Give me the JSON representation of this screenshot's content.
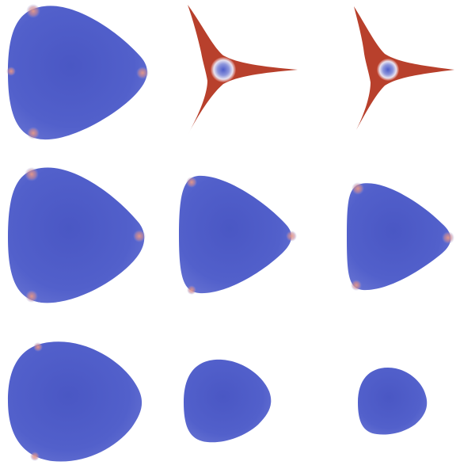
{
  "colors": {
    "background": "#ffffff",
    "blob_fill": "#4f5dc9",
    "blob_dark": "#4351bd",
    "blob_light": "#7c86d8",
    "hotspot": "#d98a7a",
    "spike_fill": "#b83a28",
    "spike_core": "#7f8ad8",
    "spike_ring": "#e6e2f0"
  },
  "panels": [
    {
      "id": "r1c1",
      "shape": "rounded-triangle",
      "row": 1,
      "col": 1
    },
    {
      "id": "r1c2",
      "shape": "spiky-star",
      "row": 1,
      "col": 2
    },
    {
      "id": "r1c3",
      "shape": "spiky-star",
      "row": 1,
      "col": 3
    },
    {
      "id": "r2c1",
      "shape": "rounded-triangle",
      "row": 2,
      "col": 1
    },
    {
      "id": "r2c2",
      "shape": "rounded-triangle",
      "row": 2,
      "col": 2
    },
    {
      "id": "r2c3",
      "shape": "rounded-triangle",
      "row": 2,
      "col": 3
    },
    {
      "id": "r3c1",
      "shape": "rounded-triangle",
      "row": 3,
      "col": 1
    },
    {
      "id": "r3c2",
      "shape": "rounded-blob",
      "row": 3,
      "col": 2
    },
    {
      "id": "r3c3",
      "shape": "rounded-blob",
      "row": 3,
      "col": 3
    }
  ]
}
